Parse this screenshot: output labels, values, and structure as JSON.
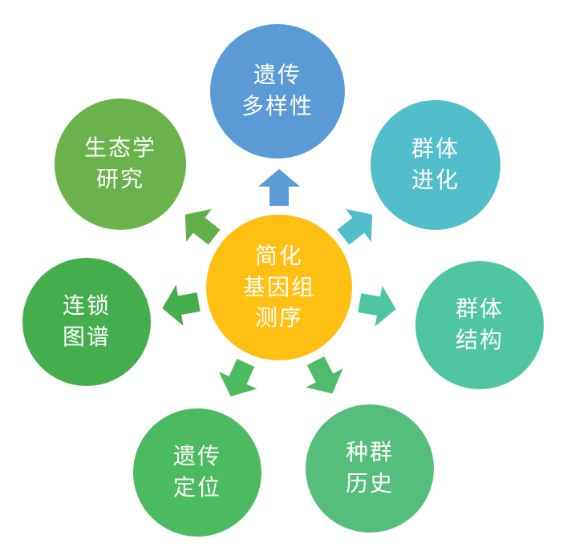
{
  "center": {
    "lines": [
      "简化",
      "基因组",
      "测序"
    ],
    "color": "#FFC013"
  },
  "nodes": [
    {
      "label": "遗传多样性",
      "lines": [
        "遗传",
        "多样性"
      ],
      "color": "#5B9BD5",
      "arrow_color": "#5B9BD5"
    },
    {
      "label": "群体进化",
      "lines": [
        "群体",
        "进化"
      ],
      "color": "#53BECB",
      "arrow_color": "#53BECB"
    },
    {
      "label": "群体结构",
      "lines": [
        "群体",
        "结构"
      ],
      "color": "#4FC5A2",
      "arrow_color": "#4FC5A2"
    },
    {
      "label": "种群历史",
      "lines": [
        "种群",
        "历史"
      ],
      "color": "#55BE7D",
      "arrow_color": "#4FBC6B"
    },
    {
      "label": "遗传定位",
      "lines": [
        "遗传",
        "定位"
      ],
      "color": "#4CBA5E",
      "arrow_color": "#4CBA5E"
    },
    {
      "label": "连锁图谱",
      "lines": [
        "连锁",
        "图谱"
      ],
      "color": "#44AE4C",
      "arrow_color": "#44AE4C"
    },
    {
      "label": "生态学研究",
      "lines": [
        "生态学",
        "研究"
      ],
      "color": "#6AB24B",
      "arrow_color": "#62B04C"
    }
  ]
}
